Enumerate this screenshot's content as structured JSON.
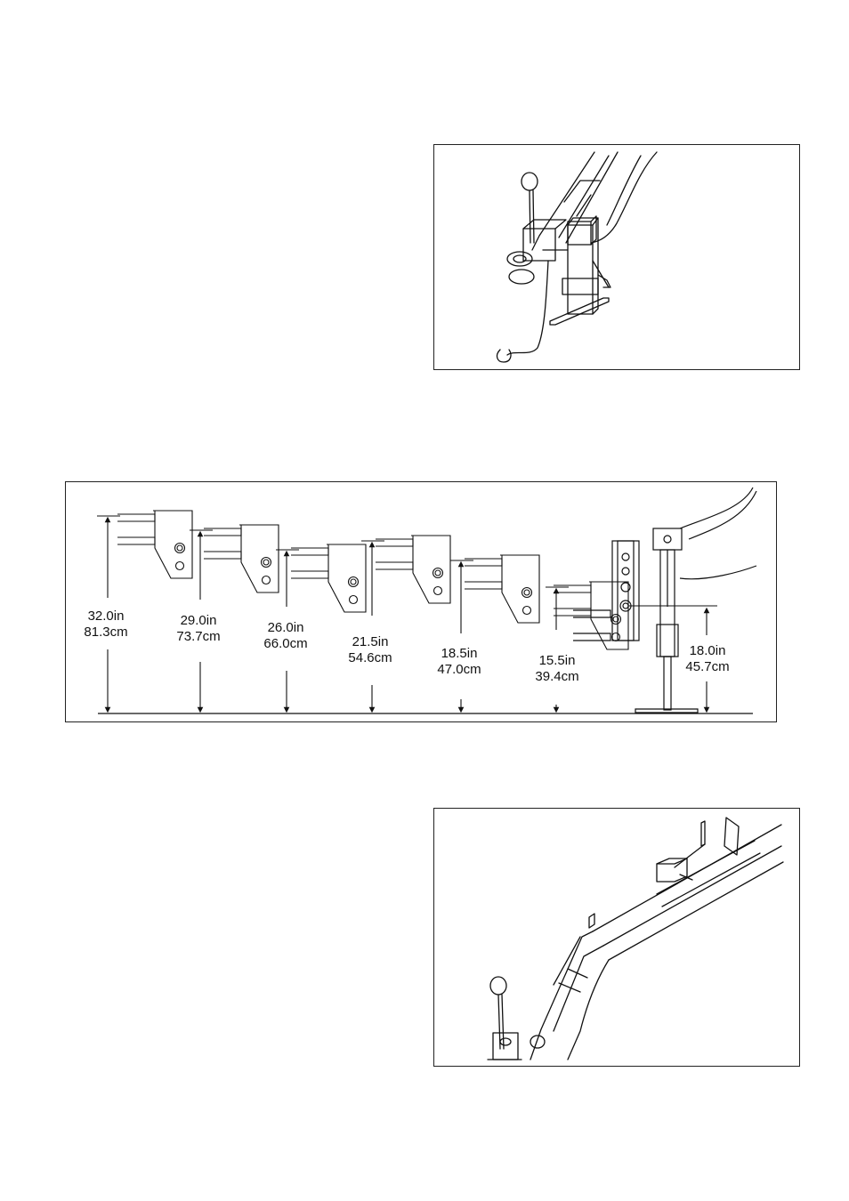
{
  "hitch_diagram": {
    "dimensions": [
      {
        "in": "32.0in",
        "cm": "81.3cm"
      },
      {
        "in": "29.0in",
        "cm": "73.7cm"
      },
      {
        "in": "26.0in",
        "cm": "66.0cm"
      },
      {
        "in": "21.5in",
        "cm": "54.6cm"
      },
      {
        "in": "18.5in",
        "cm": "47.0cm"
      },
      {
        "in": "15.5in",
        "cm": "39.4cm"
      },
      {
        "in": "18.0in",
        "cm": "45.7cm"
      }
    ]
  }
}
